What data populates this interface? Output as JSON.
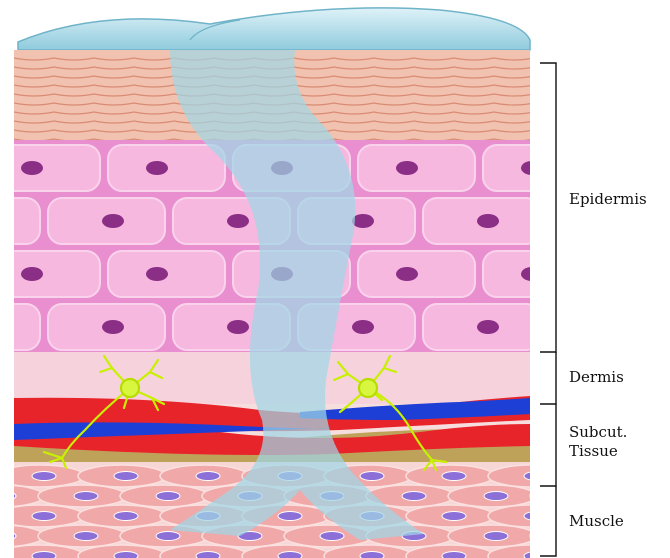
{
  "labels": {
    "epidermis": "Epidermis",
    "dermis": "Dermis",
    "subcut_line1": "Subcut.",
    "subcut_line2": "Tissue",
    "muscle": "Muscle"
  },
  "colors": {
    "droplet": "#a9dbe8",
    "stratum_corneum": "#f2c2b0",
    "epidermal_cells": "#f7b8e0",
    "cell_nucleus": "#8a2e86",
    "dermis": "#f6d3dc",
    "artery": "#e8242b",
    "vein": "#1d3fd6",
    "fat": "#bfa25a",
    "muscle_cells": "#f0a8a8",
    "muscle_nucleus": "#8d6fd8",
    "nerve": "#c8f000",
    "penetration_path": "#9fd7e6"
  }
}
